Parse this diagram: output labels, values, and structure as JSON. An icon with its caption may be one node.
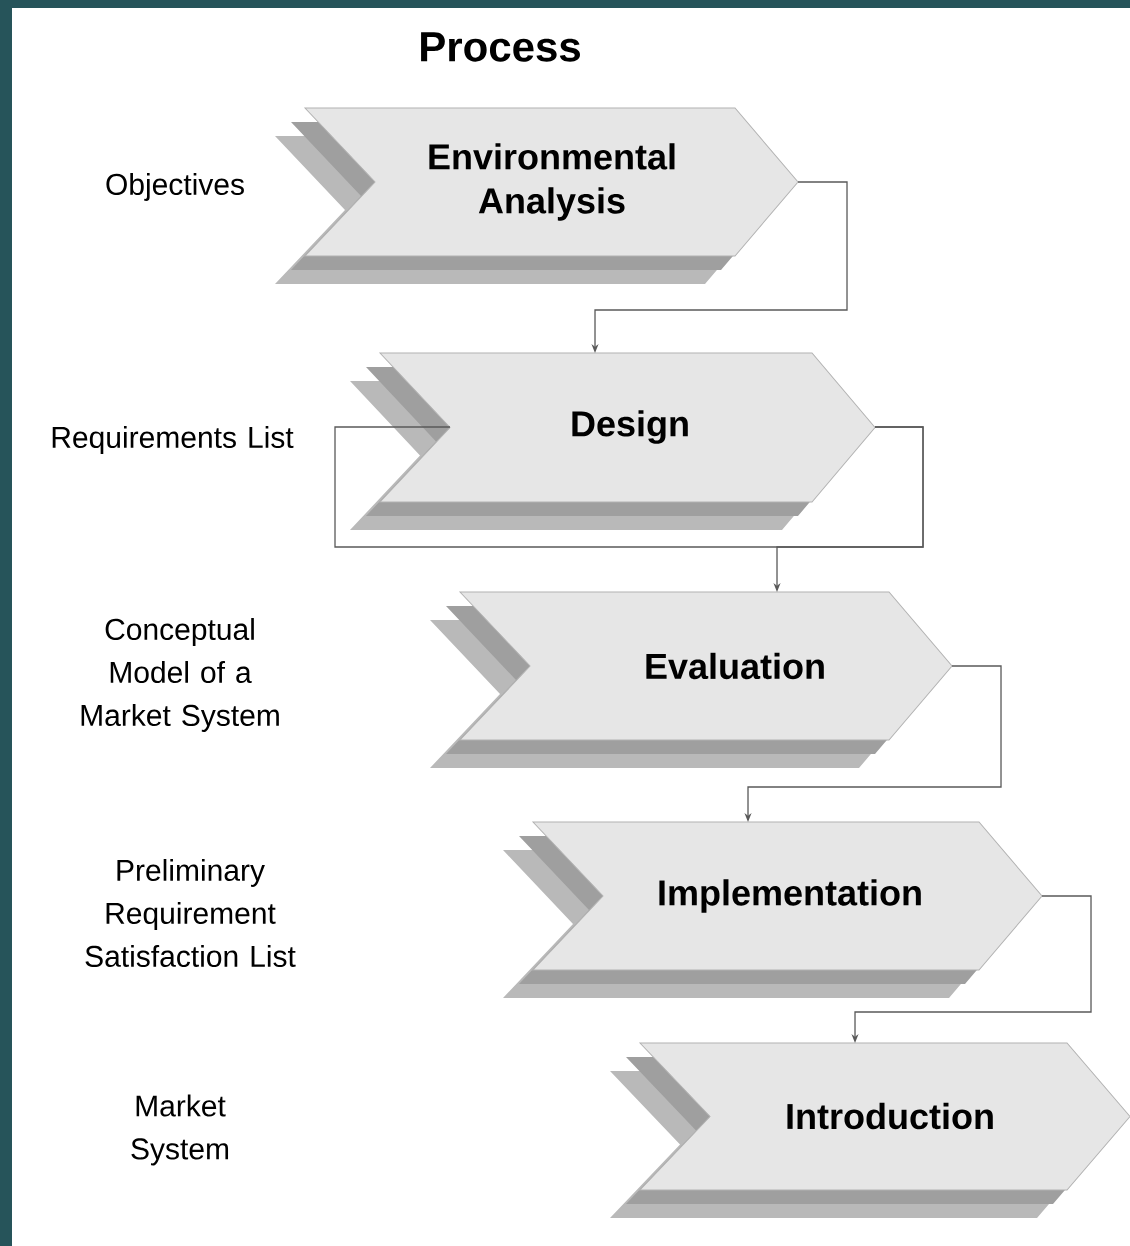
{
  "diagram": {
    "title": "Process",
    "nodes": [
      {
        "text": [
          "Environmental Analysis"
        ]
      },
      {
        "text": [
          "Design"
        ]
      },
      {
        "text": [
          "Evaluation"
        ]
      },
      {
        "text": [
          "Implementation"
        ]
      },
      {
        "text": [
          "Introduction"
        ]
      }
    ],
    "edges": [
      {
        "from": 0,
        "to": 1,
        "arrow": "to"
      },
      {
        "from": 1,
        "to": 1,
        "arrow": "none"
      },
      {
        "from": 1,
        "to": 2,
        "arrow": "to"
      },
      {
        "from": 2,
        "to": 3,
        "arrow": "to"
      },
      {
        "from": 3,
        "to": 4,
        "arrow": "to"
      }
    ],
    "labels": [
      "Objectives",
      "Requirements List",
      "Conceptual Model of a Market System",
      "Preliminary Requirement Satisfaction List",
      "Market System"
    ]
  }
}
